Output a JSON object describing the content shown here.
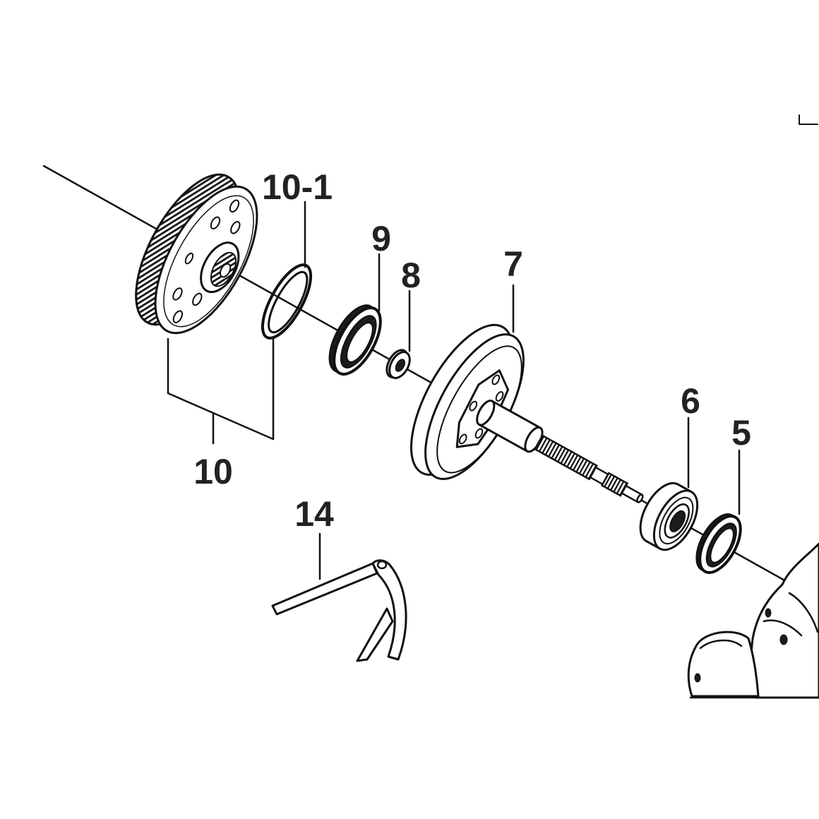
{
  "labels": {
    "part_10_1": "10-1",
    "part_9": "9",
    "part_8": "8",
    "part_7": "7",
    "part_6": "6",
    "part_5": "5",
    "part_10": "10",
    "part_14": "14"
  },
  "colors": {
    "ink": "#111111",
    "label": "#222222",
    "background": "#ffffff"
  }
}
